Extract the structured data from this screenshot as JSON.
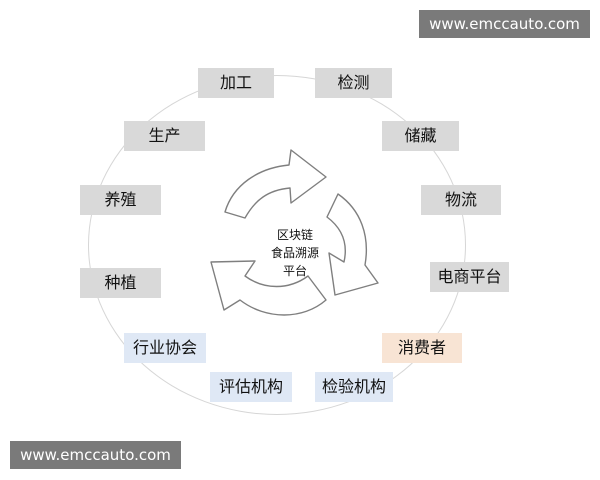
{
  "watermark_top": "www.emccauto.com",
  "watermark_bottom": "www.emccauto.com",
  "center": {
    "line1": "区块链",
    "line2": "食品溯源",
    "line3": "平台"
  },
  "nodes": {
    "jiagong": "加工",
    "jiance": "检测",
    "shengchan": "生产",
    "chucang": "储藏",
    "yangzhi": "养殖",
    "wuliu": "物流",
    "zhongzhi": "种植",
    "dianshang": "电商平台",
    "hangye": "行业协会",
    "xiaofeizhe": "消费者",
    "pinggu": "评估机构",
    "jianyan": "检验机构"
  },
  "colors": {
    "node_gray": "#d9d9d9",
    "node_blue": "#dfe8f5",
    "node_peach": "#f8e4d4",
    "arrow_fill": "#ffffff",
    "arrow_stroke": "#7f7f7f",
    "watermark_bg": "#7a7a7a"
  }
}
